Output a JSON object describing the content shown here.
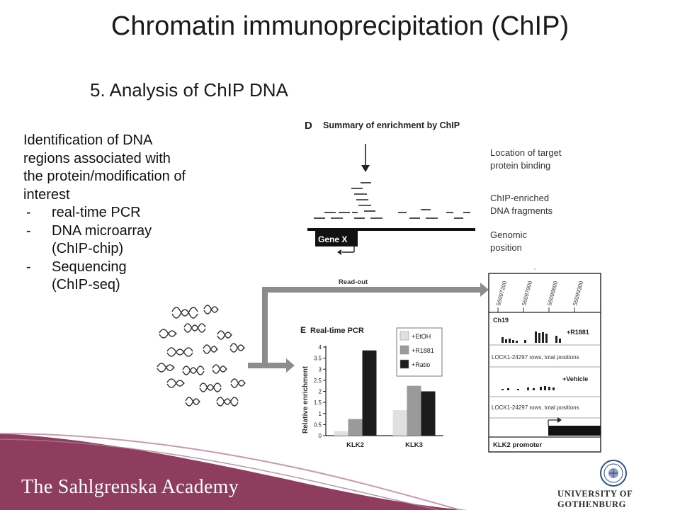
{
  "slide": {
    "title": "Chromatin immunoprecipitation (ChIP)",
    "subtitle": "5. Analysis of ChIP DNA",
    "body_lines": [
      "Identification of DNA",
      "regions associated with",
      "the protein/modification of",
      "interest"
    ],
    "bullets": [
      {
        "dash": "-",
        "text": "real-time PCR"
      },
      {
        "dash": "-",
        "text": "DNA microarray",
        "cont": "(ChIP-chip)"
      },
      {
        "dash": "-",
        "text": "Sequencing",
        "cont": "(ChIP-seq)"
      }
    ]
  },
  "panel_d": {
    "letter": "D",
    "heading": "Summary of enrichment by ChIP",
    "label_target_1": "Location of target",
    "label_target_2": "protein binding",
    "label_fragments_1": "ChIP-enriched",
    "label_fragments_2": "DNA fragments",
    "label_genomic_1": "Genomic",
    "label_genomic_2": "position",
    "gene_label": "Gene X"
  },
  "readout": {
    "label": "Read-out"
  },
  "panel_e": {
    "letter": "E",
    "heading": "Real-time PCR"
  },
  "chart_data": {
    "type": "bar",
    "title": "Real-time PCR",
    "ylabel": "Relative enrichment",
    "xlabel": "",
    "ylim": [
      0,
      4
    ],
    "yticks": [
      "0",
      "0.5",
      "1",
      "1.5",
      "2",
      "2.5",
      "3",
      "3.5",
      "4"
    ],
    "categories": [
      "KLK2",
      "KLK3"
    ],
    "series": [
      {
        "name": "+EtOH",
        "values": [
          0.2,
          1.15
        ],
        "color": "#e0e0e0"
      },
      {
        "name": "+R1881",
        "values": [
          0.75,
          2.25
        ],
        "color": "#9a9a9a"
      },
      {
        "name": "+Ratio",
        "values": [
          3.85,
          2.0
        ],
        "color": "#1c1c1c"
      }
    ],
    "legend": "top-right",
    "grid": false
  },
  "tracks": {
    "positions": [
      "56097200",
      "56097900",
      "56098600",
      "56099300"
    ],
    "chrom": "Ch19",
    "r1881_label": "+R1881",
    "rows_label_1": "LOCK1-24297 rows, total positions",
    "vehicle_label": "+Vehicle",
    "rows_label_2": "LOCK1-24297 rows, total positions",
    "promoter_label": "KLK2 promoter"
  },
  "footer": {
    "academy": "The Sahlgrenska Academy",
    "university": "UNIVERSITY OF GOTHENBURG"
  },
  "colors": {
    "footer_wave": "#8e3d5e",
    "footer_wave_light": "#b87892",
    "arrow_gray": "#8c8c8c"
  },
  "icons": {
    "seal": "university-seal-icon",
    "dna": "dna-fragment-icon"
  }
}
